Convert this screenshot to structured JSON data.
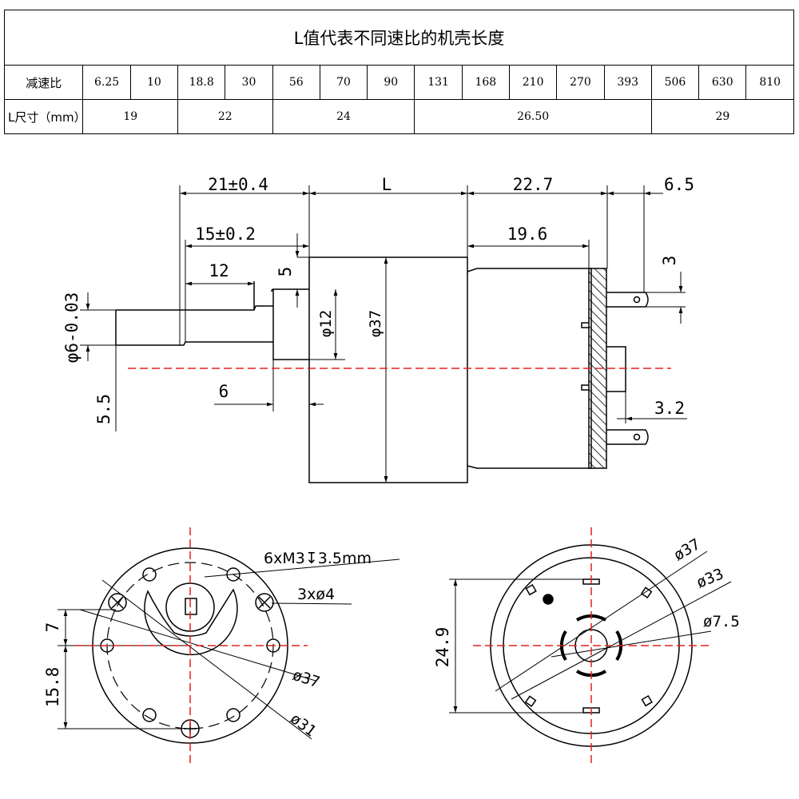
{
  "table": {
    "title": "L值代表不同速比的机壳长度",
    "ratio_label": "减速比",
    "ratios": [
      "6.25",
      "10",
      "18.8",
      "30",
      "56",
      "70",
      "90",
      "131",
      "168",
      "210",
      "270",
      "393",
      "506",
      "630",
      "810"
    ],
    "length_label": "L尺寸（mm）",
    "lengths": [
      {
        "value": "19",
        "span": 2
      },
      {
        "value": "22",
        "span": 2
      },
      {
        "value": "24",
        "span": 3
      },
      {
        "value": "26.50",
        "span": 5
      },
      {
        "value": "29",
        "span": 3
      }
    ]
  },
  "side_view": {
    "dim_21": "21±0.4",
    "dim_L": "L",
    "dim_22_7": "22.7",
    "dim_6_5": "6.5",
    "dim_15": "15±0.2",
    "dim_19_6": "19.6",
    "dim_12": "12",
    "dim_5": "5",
    "dim_3": "3",
    "dim_phi12": "φ12",
    "dim_phi37": "φ37",
    "dim_phi6": "φ6-0.03",
    "dim_5_5": "5.5",
    "dim_6": "6",
    "dim_3_2": "3.2"
  },
  "front_view": {
    "holes_note": "6xM3↧3.5mm",
    "pins_note": "3xø4",
    "dim_7": "7",
    "dim_15_8": "15.8",
    "dim_phi37": "ø37",
    "dim_phi31": "ø31"
  },
  "rear_view": {
    "dim_phi37": "ø37",
    "dim_phi33": "ø33",
    "dim_phi7_5": "ø7.5",
    "dim_24_9": "24.9"
  },
  "colors": {
    "line": "#000000",
    "center_line": "#e02020"
  }
}
